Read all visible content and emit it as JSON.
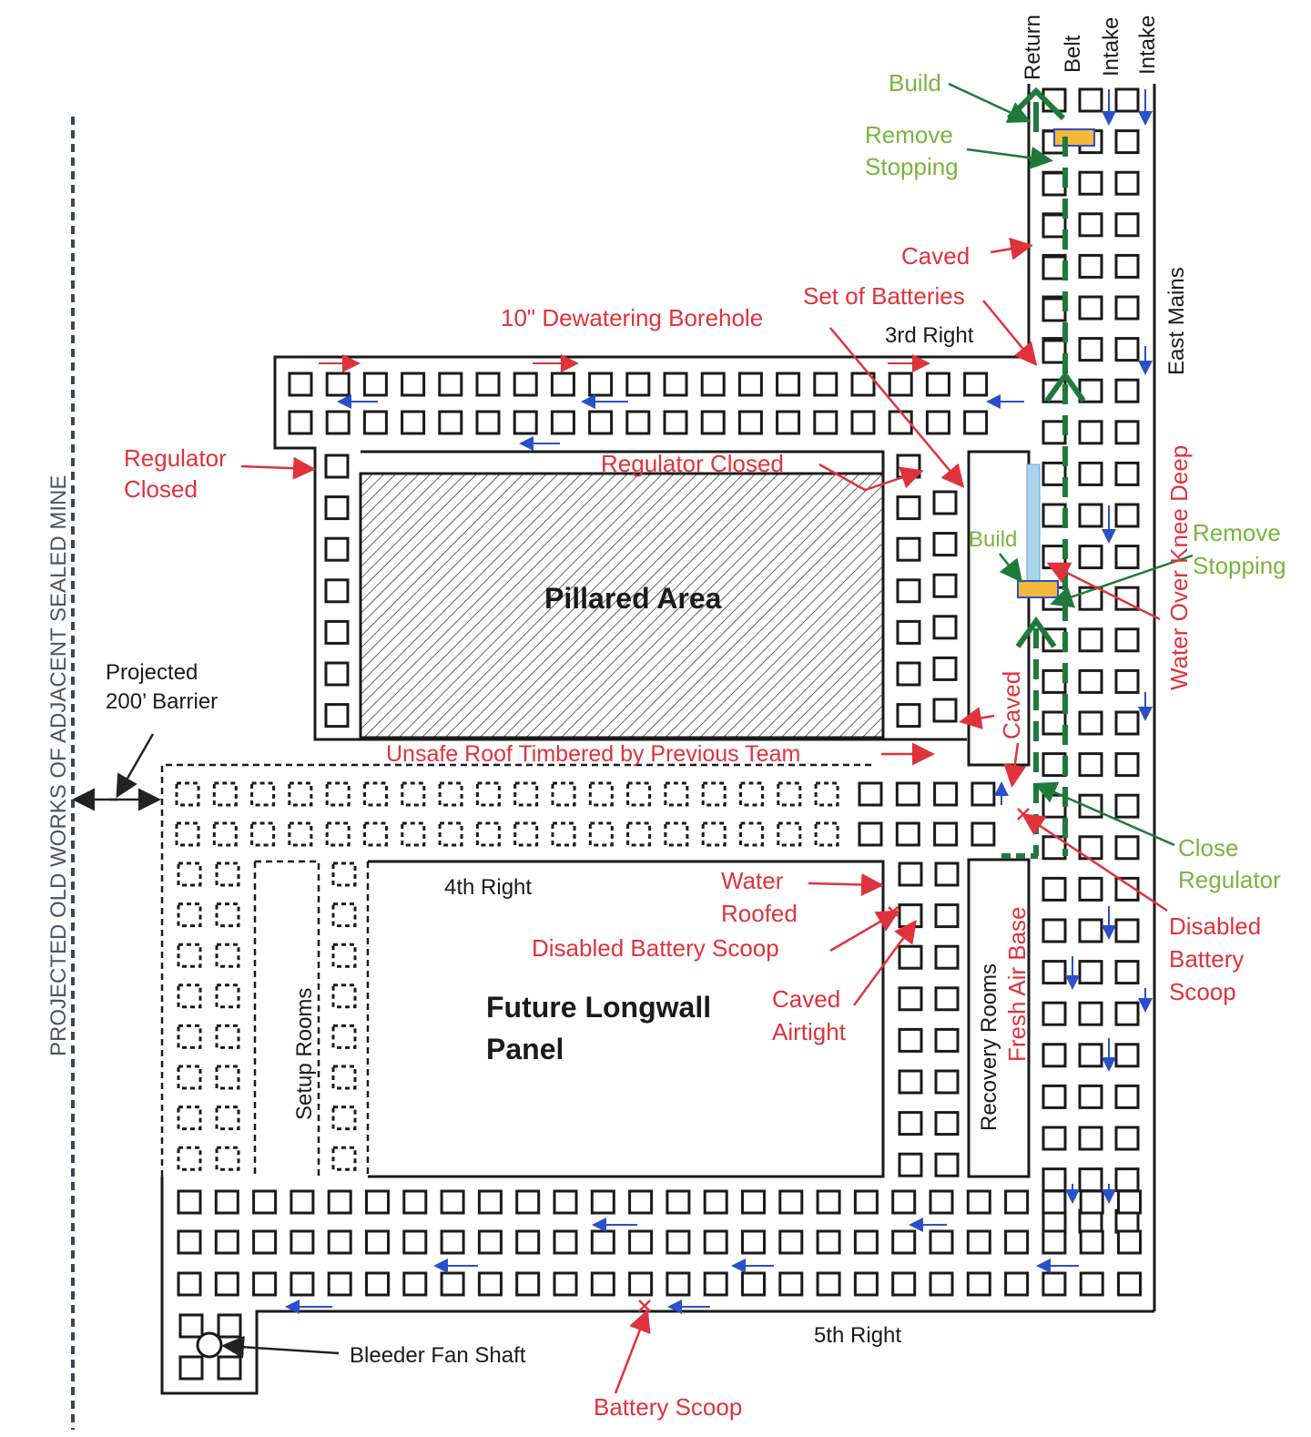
{
  "entries": {
    "return": "Return",
    "belt": "Belt",
    "intake_1": "Intake",
    "intake_2": "Intake",
    "east_mains": "East Mains"
  },
  "sections": {
    "third_right": "3rd Right",
    "fourth_right": "4th Right",
    "fifth_right": "5th Right",
    "pillared_area": "Pillared Area",
    "future_longwall_l1": "Future Longwall",
    "future_longwall_l2": "Panel",
    "setup_rooms": "Setup Rooms",
    "recovery_rooms": "Recovery Rooms",
    "fresh_air_base": "Fresh Air Base",
    "old_works": "PROJECTED OLD WORKS OF ADJACENT SEALED MINE",
    "barrier_l1": "Projected",
    "barrier_l2": "200’ Barrier"
  },
  "green_labels": {
    "build_top": "Build",
    "remove_stopping_top_l1": "Remove",
    "remove_stopping_top_l2": "Stopping",
    "build_mid": "Build",
    "remove_stopping_right_l1": "Remove",
    "remove_stopping_right_l2": "Stopping",
    "close_regulator_l1": "Close",
    "close_regulator_l2": "Regulator"
  },
  "red_labels": {
    "caved_top": "Caved",
    "set_of_batteries": "Set of Batteries",
    "dewatering_borehole": "10\" Dewatering Borehole",
    "regulator_closed_left_l1": "Regulator",
    "regulator_closed_left_l2": "Closed",
    "regulator_closed_mid": "Regulator Closed",
    "water_over_knee": "Water Over Knee Deep",
    "caved_mid": "Caved",
    "unsafe_roof": "Unsafe Roof Timbered by Previous Team",
    "water_roofed_l1": "Water",
    "water_roofed_l2": "Roofed",
    "disabled_scoop_mid": "Disabled Battery Scoop",
    "caved_airtight_l1": "Caved",
    "caved_airtight_l2": "Airtight",
    "disabled_scoop_right_l1": "Disabled",
    "disabled_scoop_right_l2": "Battery",
    "disabled_scoop_right_l3": "Scoop",
    "battery_scoop": "Battery Scoop"
  },
  "black_labels": {
    "bleeder_fan_shaft": "Bleeder Fan Shaft"
  },
  "colors": {
    "red": "#e0323c",
    "green": "#7ab33d",
    "dark_green": "#1e7a3a",
    "blue": "#2a4fc9",
    "water": "#a9d4ee",
    "line": "#1a1a1a"
  }
}
